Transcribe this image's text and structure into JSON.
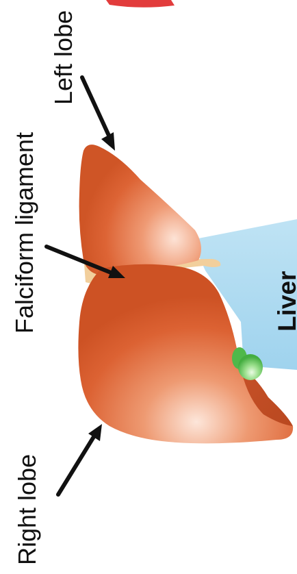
{
  "labels": {
    "left_lobe": "Left lobe",
    "falciform_ligament": "Falciform ligament",
    "right_lobe": "Right lobe",
    "panel_title": "Liver"
  },
  "colors": {
    "liver_dark": "#d4582a",
    "liver_mid": "#e2703e",
    "liver_light": "#fbd2c0",
    "ligament": "#f2cf9c",
    "gallbladder": "#5fc45a",
    "gallbladder_light": "#d8f4cf",
    "panel_blue": "#a9d8ef",
    "arrow": "#111111",
    "title_accent": "#e23c3c"
  }
}
